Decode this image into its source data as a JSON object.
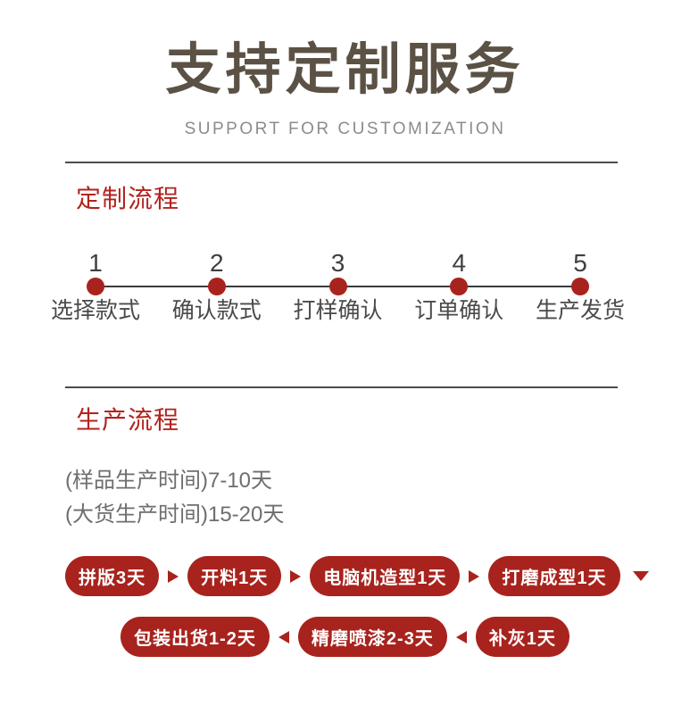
{
  "header": {
    "title": "支持定制服务",
    "subtitle": "SUPPORT FOR CUSTOMIZATION"
  },
  "custom_process": {
    "heading": "定制流程",
    "steps": [
      {
        "num": "1",
        "label": "选择款式"
      },
      {
        "num": "2",
        "label": "确认款式"
      },
      {
        "num": "3",
        "label": "打样确认"
      },
      {
        "num": "4",
        "label": "订单确认"
      },
      {
        "num": "5",
        "label": "生产发货"
      }
    ]
  },
  "production_process": {
    "heading": "生产流程",
    "sample_time": "(样品生产时间)7-10天",
    "bulk_time": "(大货生产时间)15-20天",
    "flow_row1": [
      "拼版3天",
      "开料1天",
      "电脑机造型1天",
      "打磨成型1天"
    ],
    "flow_row2": [
      "包装出货1-2天",
      "精磨喷漆2-3天",
      "补灰1天"
    ]
  },
  "colors": {
    "title_brown": "#5b5245",
    "heading_red": "#b2231e",
    "accent_red": "#a8231d",
    "divider_gray": "#4c4c4c",
    "text_gray": "#6e6e6e"
  }
}
